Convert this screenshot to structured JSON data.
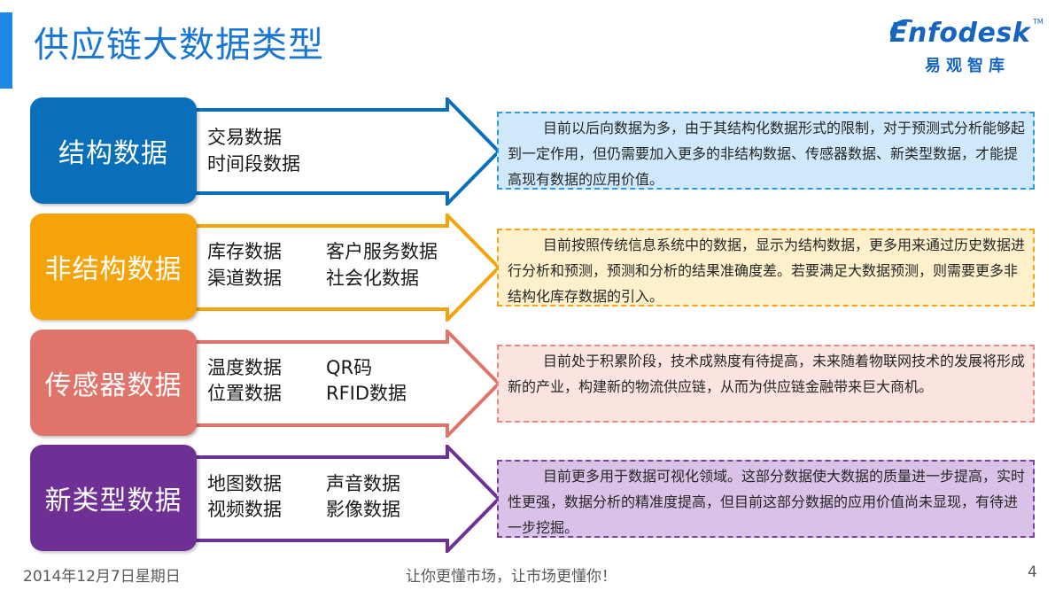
{
  "slide": {
    "title": "供应链大数据类型",
    "date": "2014年12月7日星期日",
    "slogan": "让你更懂市场，让市场更懂你！",
    "page_number": "4"
  },
  "logo": {
    "wordmark": "Enfodesk",
    "trademark": "TM",
    "chinese_name": "易观智库"
  },
  "rows": [
    {
      "category": "结构数据",
      "color": "#0a6fba",
      "desc_bg": "#cfe9fa",
      "desc_border": "#2e9ad6",
      "col1": [
        "交易数据",
        "时间段数据"
      ],
      "col2": [],
      "description": "目前以后向数据为多，由于其结构化数据形式的限制，对于预测式分析能够起到一定作用，但仍需要加入更多的非结构数据、传感器数据、新类型数据，才能提高现有数据的应用价值。"
    },
    {
      "category": "非结构数据",
      "color": "#f5a30a",
      "desc_bg": "#fdf0cb",
      "desc_border": "#f2a516",
      "col1": [
        "库存数据",
        "渠道数据"
      ],
      "col2": [
        "客户服务数据",
        "社会化数据"
      ],
      "description": "目前按照传统信息系统中的数据，显示为结构数据，更多用来通过历史数据进行分析和预测，预测和分析的结果准确度差。若要满足大数据预测，则需要更多非结构化库存数据的引入。"
    },
    {
      "category": "传感器数据",
      "color": "#e0736a",
      "desc_bg": "#fbe3e0",
      "desc_border": "#e68a82",
      "col1": [
        "温度数据",
        "位置数据"
      ],
      "col2": [
        "QR码",
        "RFID数据"
      ],
      "description": "目前处于积累阶段，技术成熟度有待提高，未来随着物联网技术的发展将形成新的产业，构建新的物流供应链，从而为供应链金融带来巨大商机。"
    },
    {
      "category": "新类型数据",
      "color": "#6f3095",
      "desc_bg": "#d9c1e8",
      "desc_border": "#7a3fa3",
      "col1": [
        "地图数据",
        "视频数据"
      ],
      "col2": [
        "声音数据",
        "影像数据"
      ],
      "description": "目前更多用于数据可视化领域。这部分数据使大数据的质量进一步提高，实时性更强，数据分析的精准度提高，但目前这部分数据的应用价值尚未显现，有待进一步挖掘。"
    }
  ]
}
